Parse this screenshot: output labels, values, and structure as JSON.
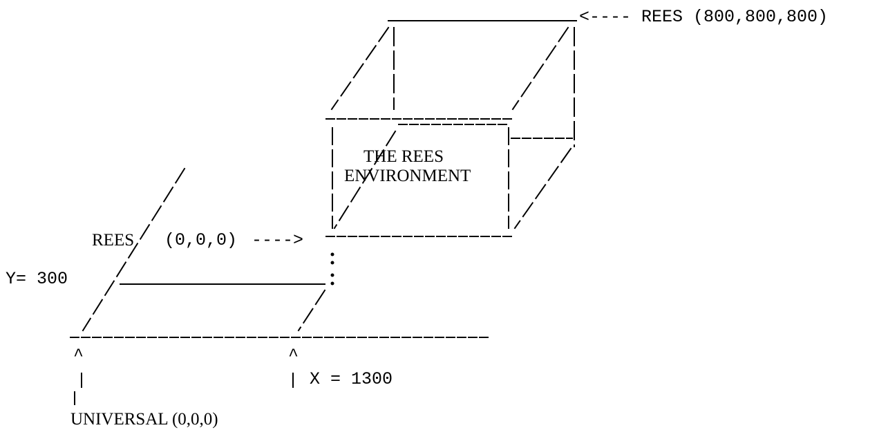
{
  "labels": {
    "rees_max": "<---- REES (800,800,800)",
    "env_line1": "THE REES",
    "env_line2": "ENVIRONMENT",
    "rees_origin_name": "REES",
    "rees_origin_coords": "(0,0,0)",
    "rees_origin_arrow": "---->",
    "y_value": "Y= 300",
    "x_value": "X = 1300",
    "caret_left": "^",
    "caret_right": "^",
    "universal_origin": "UNIVERSAL (0,0,0)"
  },
  "colors": {
    "ink": "#000000",
    "background": "#ffffff"
  }
}
